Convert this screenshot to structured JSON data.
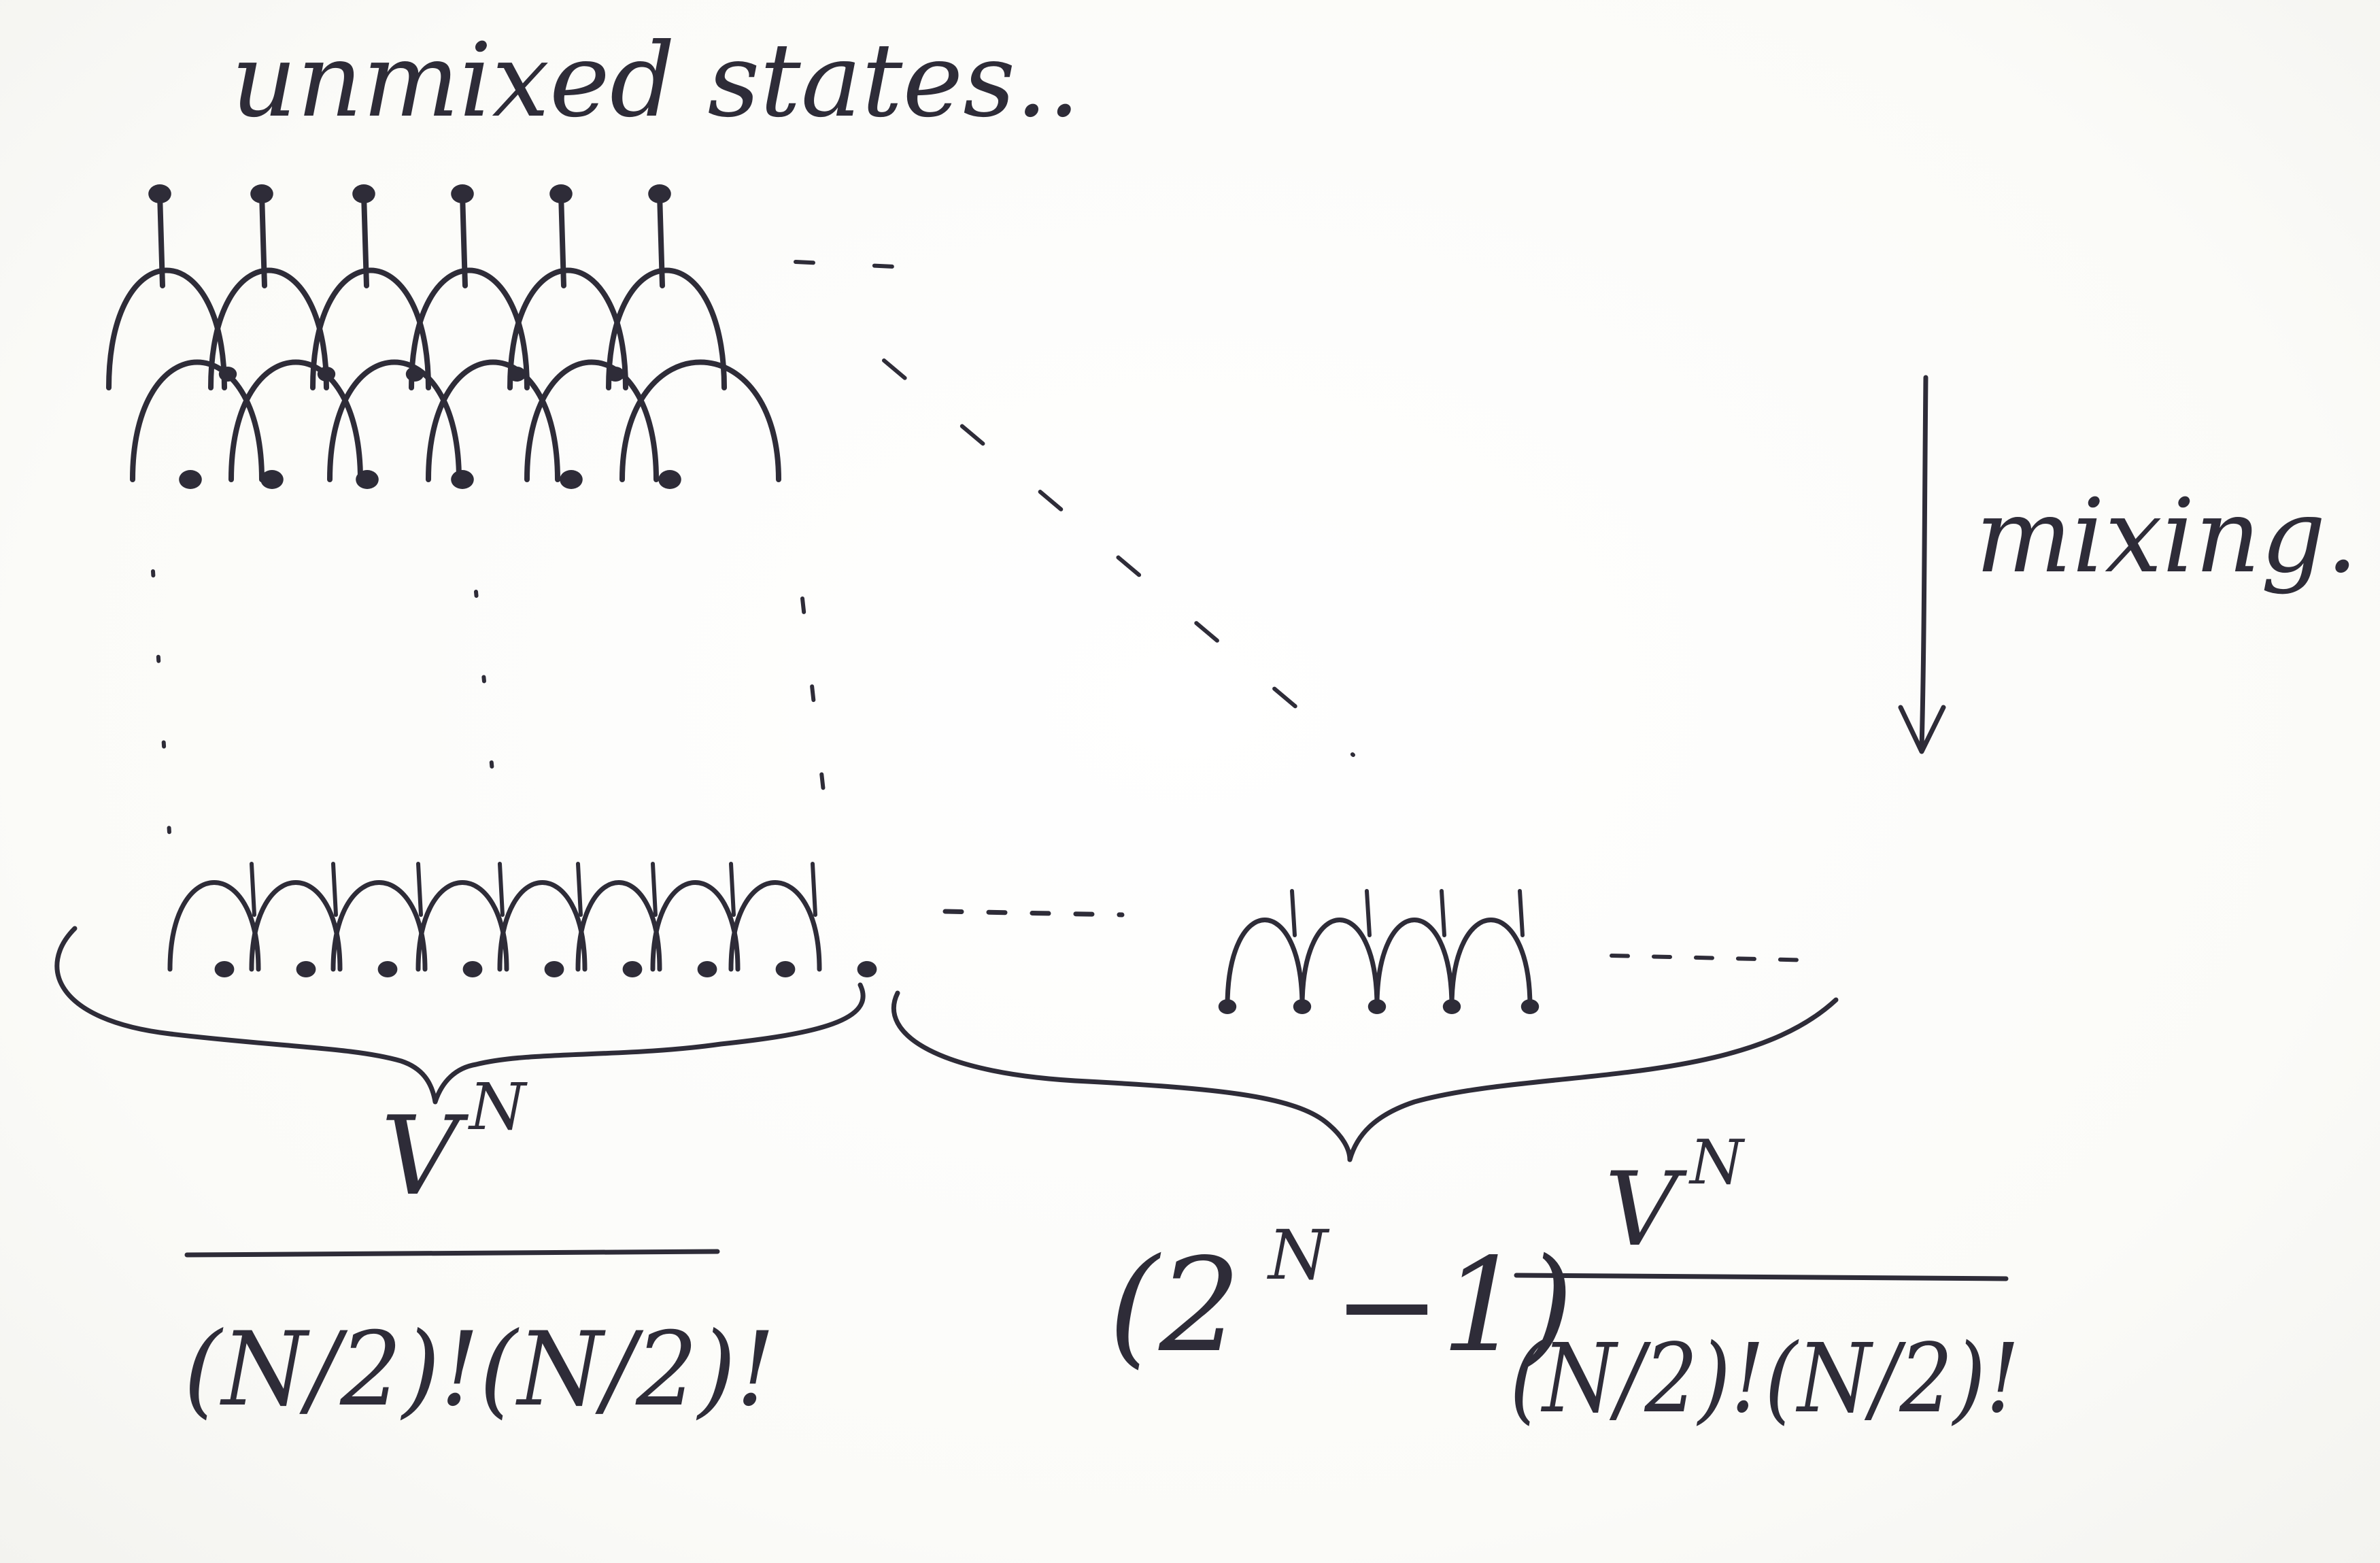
{
  "title": "unmixed states..",
  "process_label": "mixing.",
  "left_formula": {
    "numerator_base": "V",
    "numerator_exp": "N",
    "denominator": "(N/2)!(N/2)!"
  },
  "right_formula": {
    "prefix_open": "(2",
    "prefix_exp": "N",
    "prefix_close": "−1)",
    "numerator_base": "V",
    "numerator_exp": "N",
    "denominator": "(N/2)!(N/2)!"
  },
  "colors": {
    "ink": "#2e2c38",
    "paper": "#fdfdfb"
  }
}
